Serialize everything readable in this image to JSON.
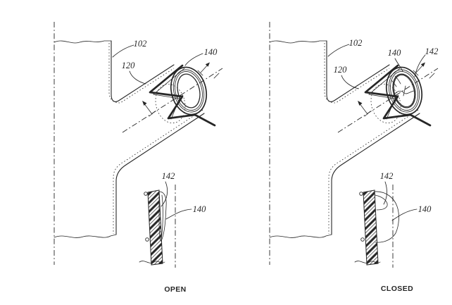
{
  "colors": {
    "ink": "#262626",
    "background": "#ffffff"
  },
  "figure_open": {
    "caption": "OPEN",
    "ref_vessel": "102",
    "ref_branch": "120",
    "ref_frame": "140",
    "detail": {
      "ref_leaflet": "142",
      "ref_frame": "140"
    }
  },
  "figure_closed": {
    "caption": "CLOSED",
    "ref_vessel": "102",
    "ref_branch": "120",
    "ref_frame": "140",
    "ref_leaflet": "142",
    "detail": {
      "ref_leaflet": "142",
      "ref_frame": "140"
    }
  }
}
